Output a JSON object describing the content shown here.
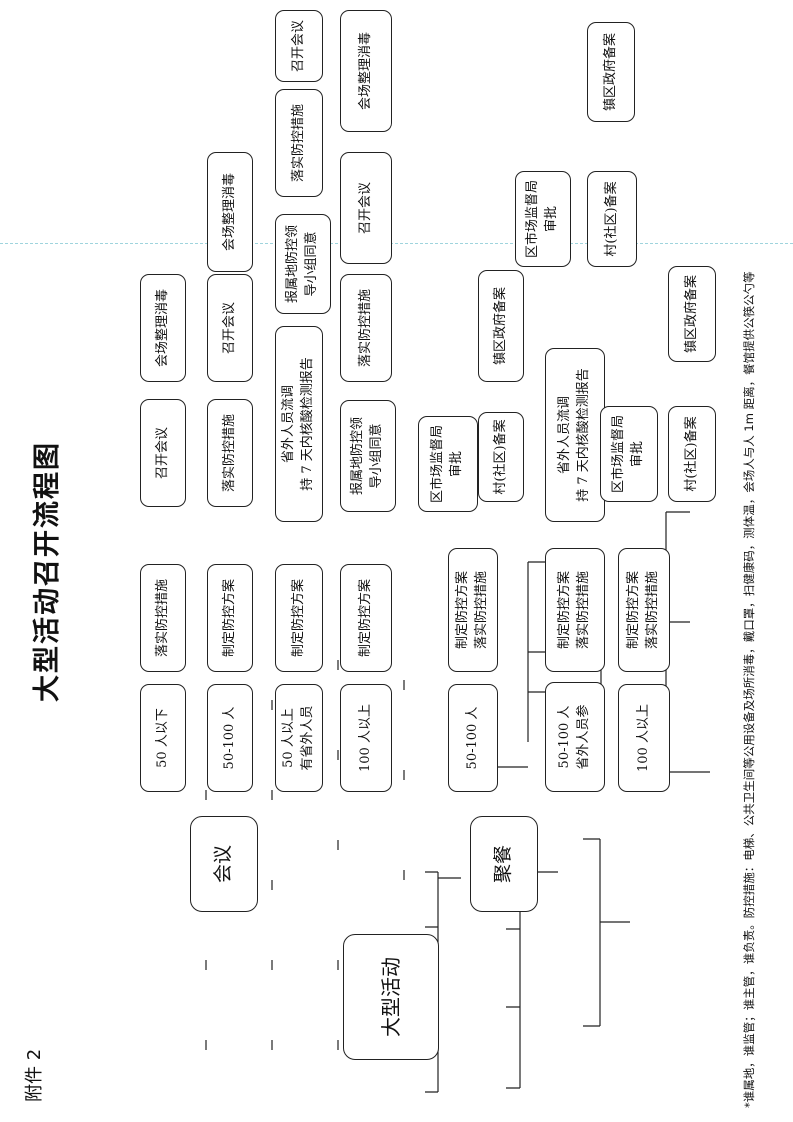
{
  "appendix": "附件 2",
  "title": "大型活动召开流程图",
  "root": "大型活动",
  "meeting": {
    "label": "会议",
    "rows": [
      [
        "50 人以下",
        "落实防控措施",
        "召开会议",
        "会场整理消毒"
      ],
      [
        "50-100 人",
        "制定防控方案",
        "落实防控措施",
        "召开会议",
        "会场整理消毒"
      ],
      [
        "50 人以上\n有省外人员",
        "制定防控方案",
        "省外人员流调\n持 7 天内核酸检测报告",
        "报属地防控领\n导小组同意",
        "落实防控措施",
        "召开会议"
      ],
      [
        "100 人以上",
        "制定防控方案",
        "报属地防控领\n导小组同意",
        "落实防控措施",
        "召开会议",
        "会场整理消毒"
      ]
    ]
  },
  "dining": {
    "label": "聚餐",
    "a_size": "50-100 人",
    "a_plan": "制定防控方案\n落实防控措施",
    "a_reg": "区市场监督局\n审批",
    "a_village": "村(社区)备案",
    "a_street": "镇区政府备案",
    "b_size": "50-100 人\n省外人员参",
    "b_plan": "制定防控方案\n落实防控措施",
    "b_check": "省外人员流调\n持 7 天内核酸检测报告",
    "b_reg": "区市场监督局\n审批",
    "b_village": "村(社区)备案",
    "b_street": "镇区政府备案",
    "c_size": "100 人以上",
    "c_plan": "制定防控方案\n落实防控措施",
    "c_reg": "区市场监督局\n审批",
    "c_village": "村(社区)备案",
    "c_street": "镇区政府备案"
  },
  "note": "*谁属地，谁监管；谁主管，谁负责。防控措施：电梯、公共卫生间等公用设备及场所消毒，戴口罩，扫健康码，测体温，会场人与人 1m 距离，餐馆提供公筷公勺等"
}
